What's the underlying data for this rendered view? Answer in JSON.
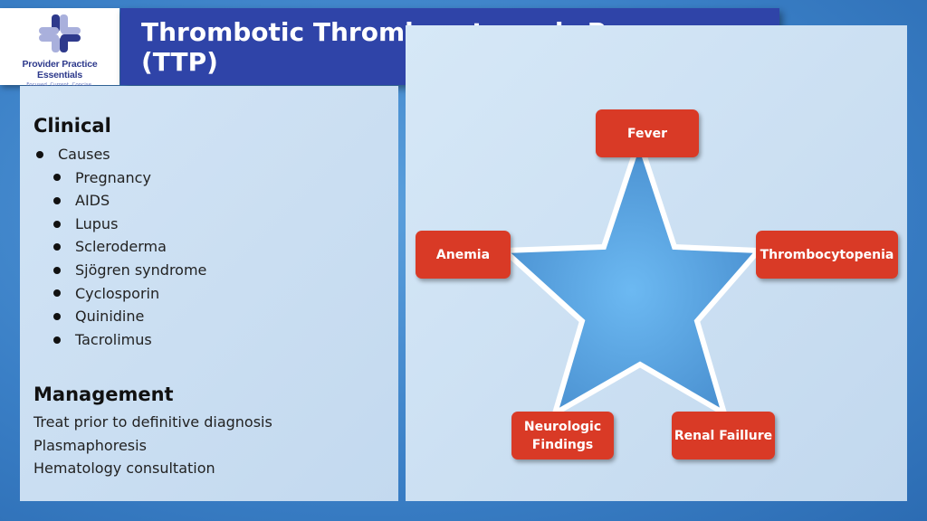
{
  "logo": {
    "name": "Provider Practice Essentials",
    "tagline": "Focused.  Current.  Concise."
  },
  "title": "Thrombotic Thrombocytopenic Purpura (TTP)",
  "clinical": {
    "heading": "Clinical",
    "top_bullet": "Causes",
    "causes": [
      "Pregnancy",
      "AIDS",
      "Lupus",
      "Scleroderma",
      "Sjögren syndrome",
      "Cyclosporin",
      "Quinidine",
      "Tacrolimus"
    ]
  },
  "management": {
    "heading": "Management",
    "items": [
      "Treat prior to definitive diagnosis",
      "Plasmaphoresis",
      "Hematology consultation"
    ]
  },
  "diagram": {
    "top": "Fever",
    "left": "Anemia",
    "right": "Thrombocytopenia",
    "bottom_left_1": "Neurologic",
    "bottom_left_2": "Findings",
    "bottom_right": "Renal Faillure"
  },
  "colors": {
    "header": "#2f44a8",
    "box": "#d93a26",
    "star": "#5aa7e3"
  }
}
